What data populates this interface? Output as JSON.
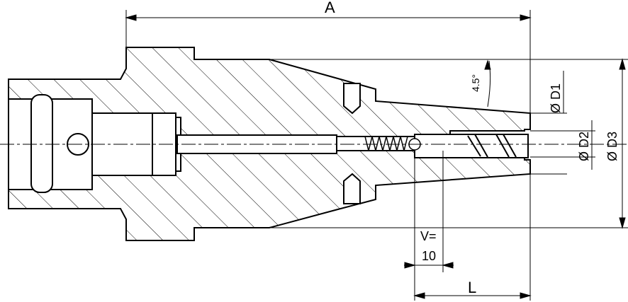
{
  "drawing": {
    "labels": {
      "A": "A",
      "L": "L",
      "V_label": "V=",
      "V_value": "10",
      "angle": "4.5°",
      "D1": "Ø D1",
      "D2": "Ø D2",
      "D3": "Ø D3"
    }
  }
}
